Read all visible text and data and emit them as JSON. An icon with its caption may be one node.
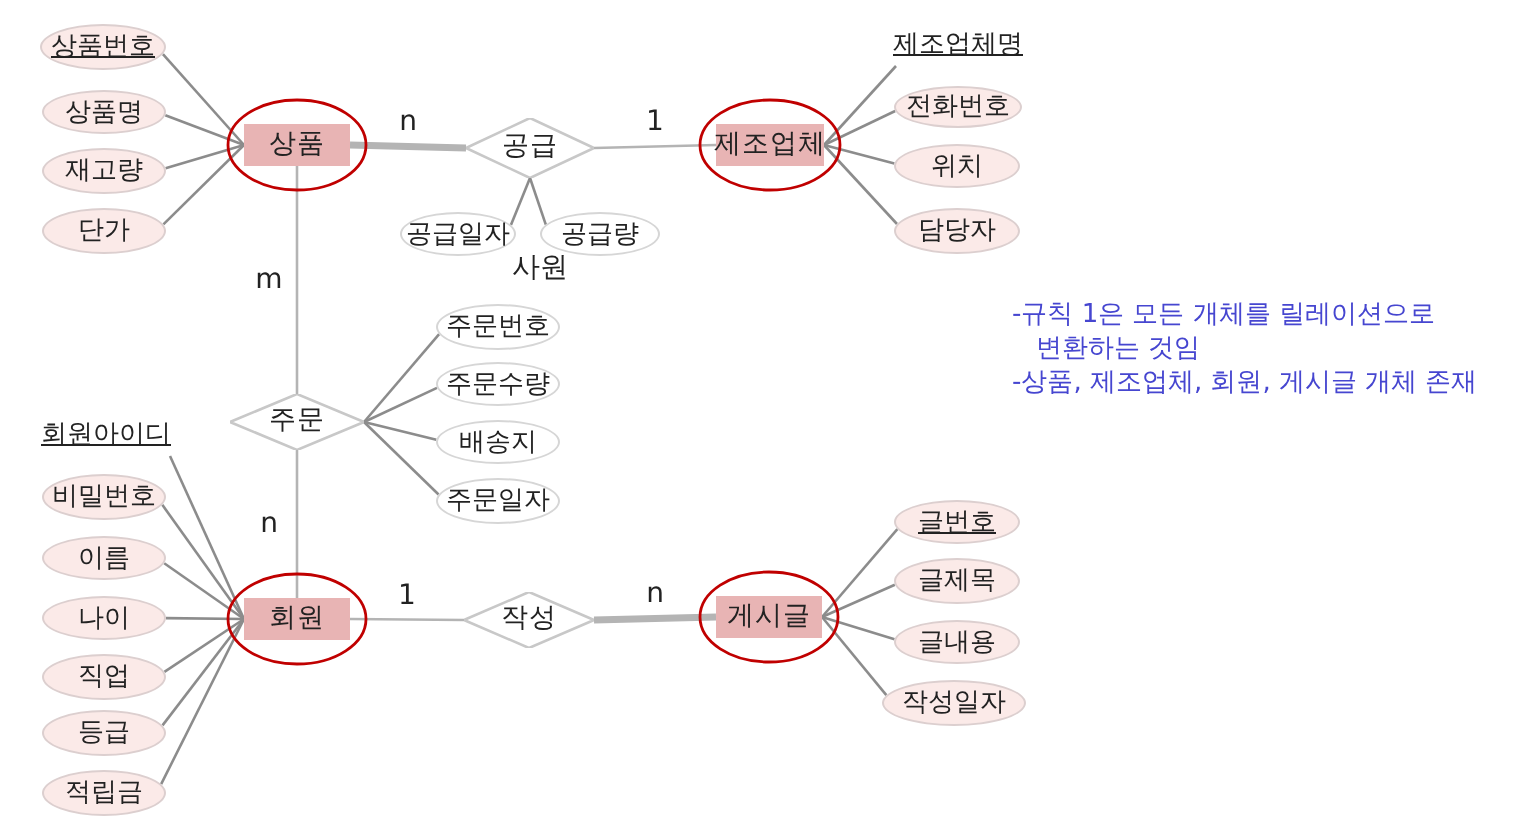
{
  "diagram": {
    "nodes": [
      {
        "text": [
          "상품번호"
        ]
      },
      {
        "text": [
          "상품명"
        ]
      },
      {
        "text": [
          "재고량"
        ]
      },
      {
        "text": [
          "단가"
        ]
      },
      {
        "text": [
          "상품"
        ]
      },
      {
        "text": [
          "공급"
        ]
      },
      {
        "text": [
          "제조업체"
        ]
      },
      {
        "text": [
          "제조업체명"
        ]
      },
      {
        "text": [
          "전화번호"
        ]
      },
      {
        "text": [
          "위치"
        ]
      },
      {
        "text": [
          "담당자"
        ]
      },
      {
        "text": [
          "공급일자"
        ]
      },
      {
        "text": [
          "공급량"
        ]
      },
      {
        "text": [
          "주문"
        ]
      },
      {
        "text": [
          "주문번호"
        ]
      },
      {
        "text": [
          "주문수량"
        ]
      },
      {
        "text": [
          "배송지"
        ]
      },
      {
        "text": [
          "주문일자"
        ]
      },
      {
        "text": [
          "회원아이디"
        ]
      },
      {
        "text": [
          "비밀번호"
        ]
      },
      {
        "text": [
          "이름"
        ]
      },
      {
        "text": [
          "나이"
        ]
      },
      {
        "text": [
          "직업"
        ]
      },
      {
        "text": [
          "등급"
        ]
      },
      {
        "text": [
          "적립금"
        ]
      },
      {
        "text": [
          "회원"
        ]
      },
      {
        "text": [
          "작성"
        ]
      },
      {
        "text": [
          "게시글"
        ]
      },
      {
        "text": [
          "글번호"
        ]
      },
      {
        "text": [
          "글제목"
        ]
      },
      {
        "text": [
          "글내용"
        ]
      },
      {
        "text": [
          "작성일자"
        ]
      }
    ],
    "edges": [
      {
        "from": 4,
        "to": 5,
        "arrow": "none",
        "label": "n",
        "style": "thick",
        "color": "#b4b4b4"
      },
      {
        "from": 5,
        "to": 6,
        "arrow": "none",
        "label": "1",
        "color": "#b4b4b4"
      },
      {
        "from": 4,
        "to": 13,
        "arrow": "none",
        "label": "m",
        "color": "#b4b4b4"
      },
      {
        "from": 13,
        "to": 25,
        "arrow": "none",
        "label": "n",
        "color": "#b4b4b4"
      },
      {
        "from": 25,
        "to": 26,
        "arrow": "none",
        "label": "1",
        "color": "#b4b4b4"
      },
      {
        "from": 26,
        "to": 27,
        "arrow": "none",
        "label": "n",
        "style": "thick",
        "color": "#b4b4b4"
      },
      {
        "from": 0,
        "to": 4,
        "arrow": "none"
      },
      {
        "from": 1,
        "to": 4,
        "arrow": "none"
      },
      {
        "from": 2,
        "to": 4,
        "arrow": "none"
      },
      {
        "from": 3,
        "to": 4,
        "arrow": "none"
      },
      {
        "from": 7,
        "to": 6,
        "arrow": "none"
      },
      {
        "from": 8,
        "to": 6,
        "arrow": "none"
      },
      {
        "from": 9,
        "to": 6,
        "arrow": "none"
      },
      {
        "from": 10,
        "to": 6,
        "arrow": "none"
      },
      {
        "from": 11,
        "to": 5,
        "arrow": "none"
      },
      {
        "from": 12,
        "to": 5,
        "arrow": "none"
      },
      {
        "from": 14,
        "to": 13,
        "arrow": "none"
      },
      {
        "from": 15,
        "to": 13,
        "arrow": "none"
      },
      {
        "from": 16,
        "to": 13,
        "arrow": "none"
      },
      {
        "from": 17,
        "to": 13,
        "arrow": "none"
      },
      {
        "from": 18,
        "to": 25,
        "arrow": "none"
      },
      {
        "from": 19,
        "to": 25,
        "arrow": "none"
      },
      {
        "from": 20,
        "to": 25,
        "arrow": "none"
      },
      {
        "from": 21,
        "to": 25,
        "arrow": "none"
      },
      {
        "from": 22,
        "to": 25,
        "arrow": "none"
      },
      {
        "from": 23,
        "to": 25,
        "arrow": "none"
      },
      {
        "from": 24,
        "to": 25,
        "arrow": "none"
      },
      {
        "from": 28,
        "to": 27,
        "arrow": "none"
      },
      {
        "from": 29,
        "to": 27,
        "arrow": "none"
      },
      {
        "from": 30,
        "to": 27,
        "arrow": "none"
      },
      {
        "from": 31,
        "to": 27,
        "arrow": "none"
      }
    ],
    "labels": [
      "사원",
      "-규칙 1은 모든 개체를 릴레이션으로 변환하는 것임",
      "-상품, 제조업체, 회원, 게시글 개체 존재"
    ]
  }
}
